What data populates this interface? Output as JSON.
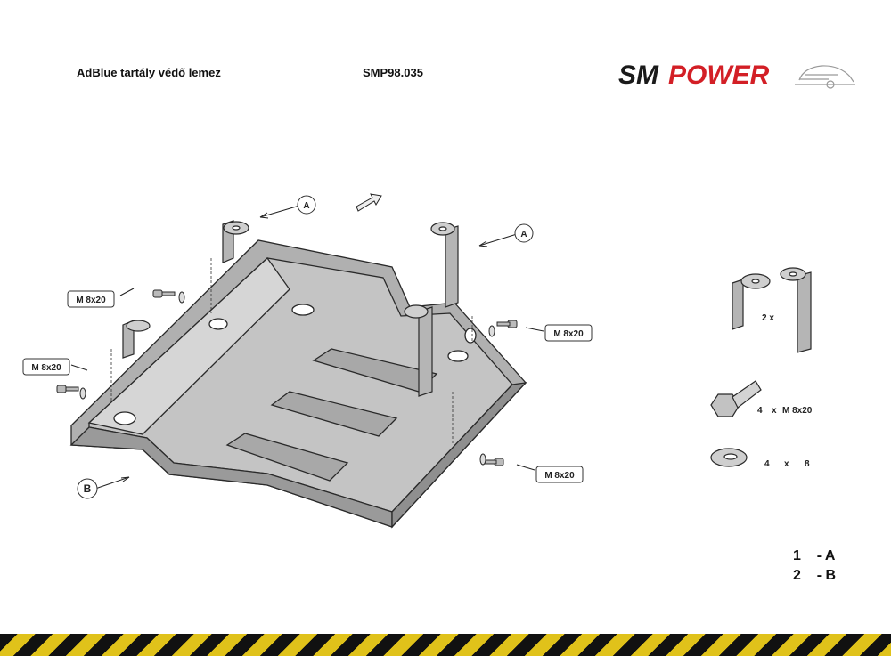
{
  "header": {
    "title": "AdBlue tartály védő lemez",
    "code": "SMP98.035"
  },
  "logo": {
    "part1": "SM",
    "part2": "POWER",
    "color_dark": "#1a1a1a",
    "color_red": "#d31f26"
  },
  "callouts": {
    "bolt": "M 8x20",
    "label_a": "A",
    "label_b": "B"
  },
  "parts_list": {
    "brackets_qty": "2 x",
    "bolts_qty": "4",
    "bolts_x": "x",
    "bolts_spec": "M 8x20",
    "washers_qty": "4",
    "washers_x": "x",
    "washers_spec": "8"
  },
  "legend": [
    {
      "num": "1",
      "label": "- A"
    },
    {
      "num": "2",
      "label": "- B"
    }
  ],
  "colors": {
    "plate": "#b7b7b7",
    "plate_light": "#d0d0d0",
    "outline": "#2a2a2a",
    "hazard_yellow": "#e0c21a"
  }
}
